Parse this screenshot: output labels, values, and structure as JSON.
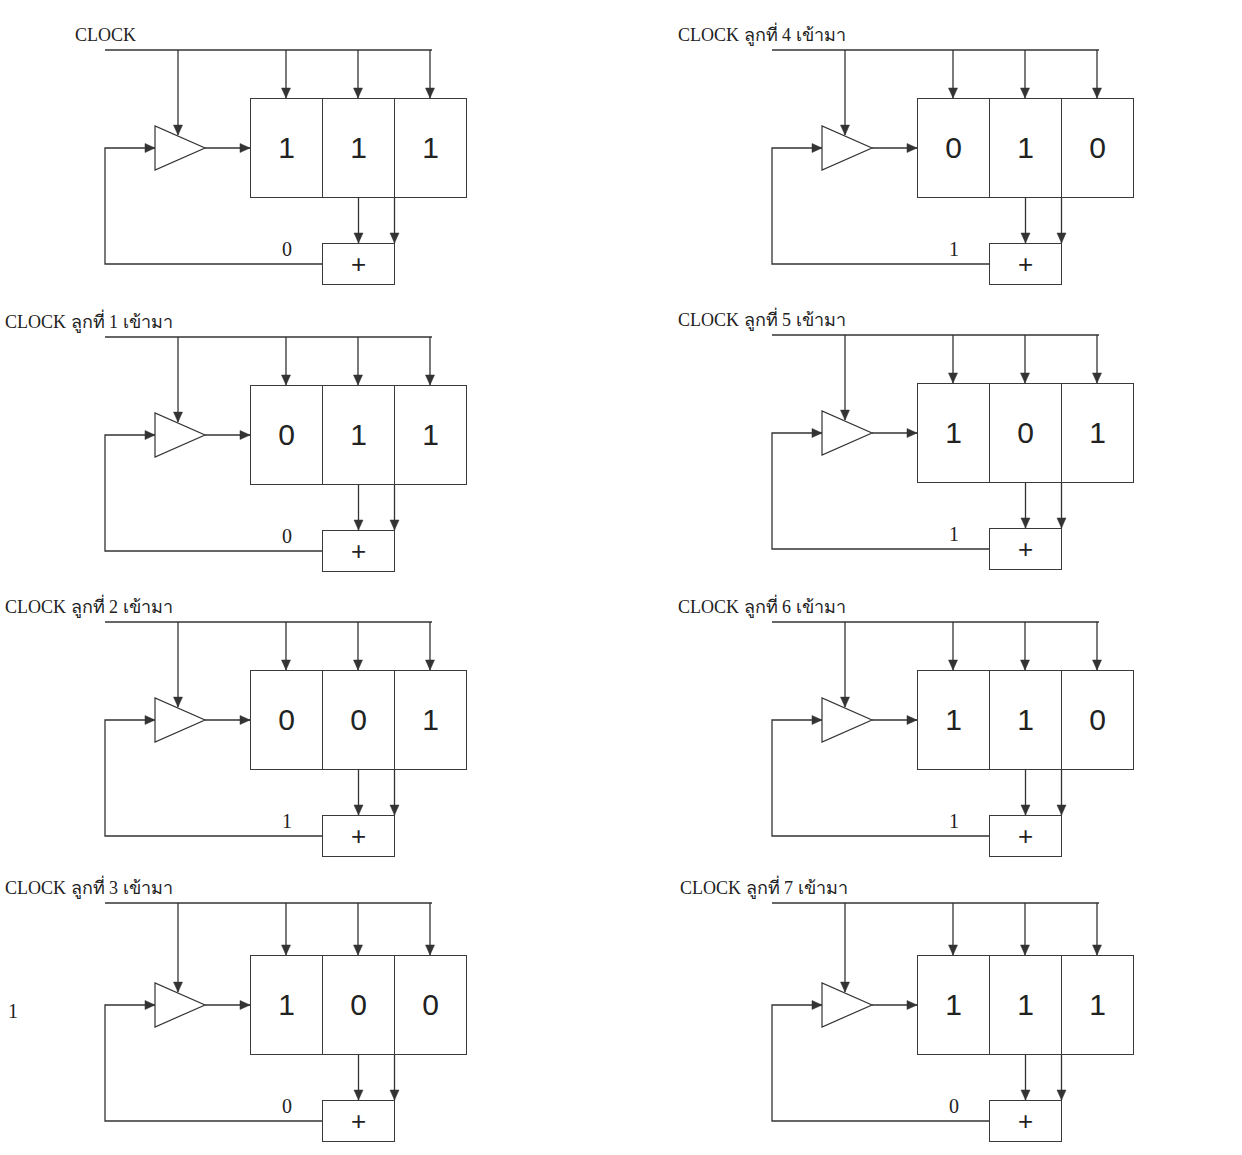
{
  "diagram": {
    "nodes": [
      {
        "text": [
          "1"
        ]
      },
      {
        "text": [
          "1"
        ]
      },
      {
        "text": [
          "1"
        ]
      },
      {
        "text": [
          "+"
        ]
      },
      {
        "text": [
          "0"
        ]
      },
      {
        "text": [
          "1"
        ]
      },
      {
        "text": [
          "1"
        ]
      },
      {
        "text": [
          "+"
        ]
      },
      {
        "text": [
          "0"
        ]
      },
      {
        "text": [
          "0"
        ]
      },
      {
        "text": [
          "1"
        ]
      },
      {
        "text": [
          "+"
        ]
      },
      {
        "text": [
          "1"
        ]
      },
      {
        "text": [
          "0"
        ]
      },
      {
        "text": [
          "0"
        ]
      },
      {
        "text": [
          "+"
        ]
      },
      {
        "text": [
          "0"
        ]
      },
      {
        "text": [
          "1"
        ]
      },
      {
        "text": [
          "0"
        ]
      },
      {
        "text": [
          "+"
        ]
      },
      {
        "text": [
          "1"
        ]
      },
      {
        "text": [
          "0"
        ]
      },
      {
        "text": [
          "1"
        ]
      },
      {
        "text": [
          "+"
        ]
      },
      {
        "text": [
          "1"
        ]
      },
      {
        "text": [
          "1"
        ]
      },
      {
        "text": [
          "0"
        ]
      },
      {
        "text": [
          "+"
        ]
      },
      {
        "text": [
          "1"
        ]
      },
      {
        "text": [
          "1"
        ]
      },
      {
        "text": [
          "1"
        ]
      },
      {
        "text": [
          "+"
        ]
      }
    ],
    "edges": [
      {
        "from": 1,
        "to": 3,
        "arrow": "to"
      },
      {
        "from": 2,
        "to": 3,
        "arrow": "to"
      },
      {
        "from": 3,
        "to": 0,
        "label": "0",
        "arrow": "to"
      },
      {
        "from": 5,
        "to": 7,
        "arrow": "to"
      },
      {
        "from": 6,
        "to": 7,
        "arrow": "to"
      },
      {
        "from": 7,
        "to": 4,
        "label": "0",
        "arrow": "to"
      },
      {
        "from": 9,
        "to": 11,
        "arrow": "to"
      },
      {
        "from": 10,
        "to": 11,
        "arrow": "to"
      },
      {
        "from": 11,
        "to": 8,
        "label": "1",
        "arrow": "to"
      },
      {
        "from": 13,
        "to": 15,
        "arrow": "to"
      },
      {
        "from": 14,
        "to": 15,
        "arrow": "to"
      },
      {
        "from": 15,
        "to": 12,
        "label": "0",
        "arrow": "to"
      },
      {
        "from": 17,
        "to": 19,
        "arrow": "to"
      },
      {
        "from": 18,
        "to": 19,
        "arrow": "to"
      },
      {
        "from": 19,
        "to": 16,
        "label": "1",
        "arrow": "to"
      },
      {
        "from": 21,
        "to": 23,
        "arrow": "to"
      },
      {
        "from": 22,
        "to": 23,
        "arrow": "to"
      },
      {
        "from": 23,
        "to": 20,
        "label": "1",
        "arrow": "to"
      },
      {
        "from": 25,
        "to": 27,
        "arrow": "to"
      },
      {
        "from": 26,
        "to": 27,
        "arrow": "to"
      },
      {
        "from": 27,
        "to": 24,
        "label": "1",
        "arrow": "to"
      },
      {
        "from": 29,
        "to": 31,
        "arrow": "to"
      },
      {
        "from": 30,
        "to": 31,
        "arrow": "to"
      },
      {
        "from": 31,
        "to": 28,
        "label": "0",
        "arrow": "to"
      }
    ],
    "labels": [
      "CLOCK",
      "CLOCK ลูกที่ 1 เข้ามา",
      "CLOCK ลูกที่ 2 เข้ามา",
      "CLOCK ลูกที่ 3 เข้ามา",
      "CLOCK ลูกที่ 4 เข้ามา",
      "CLOCK ลูกที่ 5 เข้ามา",
      "CLOCK ลูกที่ 6 เข้ามา",
      "CLOCK ลูกที่ 7 เข้ามา",
      "1"
    ]
  }
}
